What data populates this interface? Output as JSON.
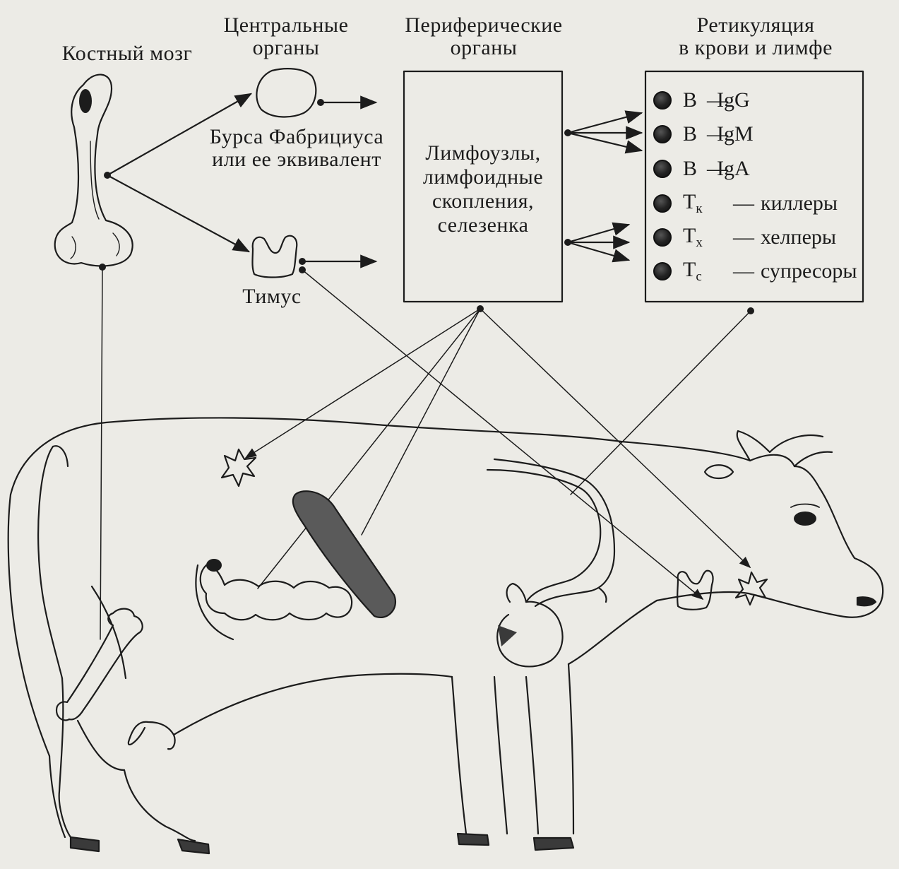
{
  "labels": {
    "bone_marrow": "Костный мозг",
    "central_organs_line1": "Центральные",
    "central_organs_line2": "органы",
    "peripheral_organs_line1": "Периферические",
    "peripheral_organs_line2": "органы",
    "recirculation_line1": "Ретикуляция",
    "recirculation_line2": "в крови и лимфе",
    "bursa_line1": "Бурса Фабрициуса",
    "bursa_line2": "или ее эквивалент",
    "thymus": "Тимус",
    "peripheral_box_line1": "Лимфоузлы,",
    "peripheral_box_line2": "лимфоидные",
    "peripheral_box_line3": "скопления,",
    "peripheral_box_line4": "селезенка"
  },
  "cells": [
    {
      "name": "B",
      "sep": "—",
      "text": "IgG",
      "sub": ""
    },
    {
      "name": "B",
      "sep": "—",
      "text": "IgM",
      "sub": ""
    },
    {
      "name": "B",
      "sep": "—",
      "text": "IgA",
      "sub": ""
    },
    {
      "name": "T",
      "sub": "к",
      "sep": "—",
      "text": "киллеры"
    },
    {
      "name": "T",
      "sub": "х",
      "sep": "—",
      "text": "хелперы"
    },
    {
      "name": "T",
      "sub": "с",
      "sep": "—",
      "text": "супресоры"
    }
  ],
  "colors": {
    "background": "#ecebe6",
    "ink": "#1c1c1c",
    "organ_fill": "#5a5a5a",
    "hoof_fill": "#3a3a3a"
  }
}
